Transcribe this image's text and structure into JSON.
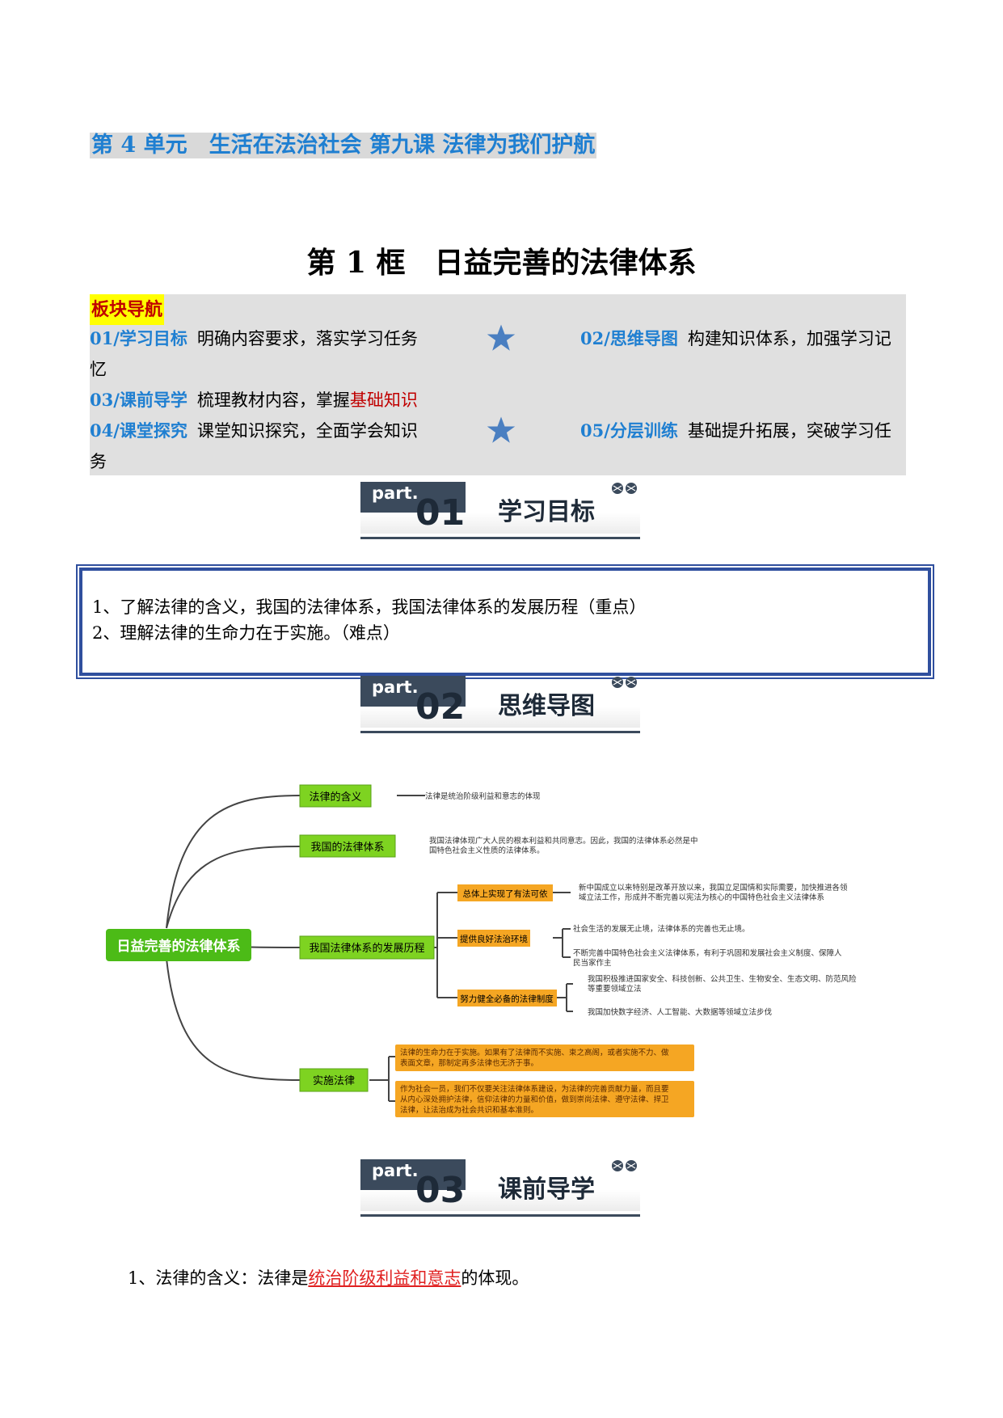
{
  "header": {
    "unit_title": "第 4 单元　生活在法治社会  第九课  法律为我们护航",
    "lesson_title": "第 1 框　日益完善的法律体系"
  },
  "nav": {
    "heading": "板块导航",
    "items": [
      {
        "code": "01/学习目标",
        "text": "明确内容要求，落实学习任务"
      },
      {
        "code": "02/思维导图",
        "text": "构建知识体系，加强学习记"
      },
      {
        "wrap": "忆"
      },
      {
        "code": "03/课前导学",
        "text_a": "梳理教材内容，掌握",
        "text_b": "基础知识"
      },
      {
        "code": "04/课堂探究",
        "text": "课堂知识探究，全面学会知识"
      },
      {
        "code": "05/分层训练",
        "text": "基础提升拓展，突破学习任"
      },
      {
        "wrap": "务"
      }
    ],
    "star_color": "#4a7fc1"
  },
  "parts": [
    {
      "prefix": "part.",
      "num": "01",
      "name": "学习目标"
    },
    {
      "prefix": "part.",
      "num": "02",
      "name": "思维导图"
    },
    {
      "prefix": "part.",
      "num": "03",
      "name": "课前导学"
    }
  ],
  "goals": [
    "1、了解法律的含义，我国的法律体系，我国法律体系的发展历程（重点）",
    "2、理解法律的生命力在于实施。（难点）"
  ],
  "mindmap": {
    "root": "日益完善的法律体系",
    "branches": {
      "meaning": "法律的含义",
      "meaning_note": "法律是统治阶级利益和意志的体现",
      "system": "我国的法律体系",
      "system_note_1": "我国法律体现广大人民的根本利益和共同意志。因此，我国的法律体系必然是中",
      "system_note_2": "国特色社会主义性质的法律体系。",
      "history": "我国法律体系的发展历程",
      "h1": "总体上实现了有法可依",
      "h1_note_1": "新中国成立以来特别是改革开放以来，我国立足国情和实际需要，加快推进各领",
      "h1_note_2": "域立法工作，形成并不断完善以宪法为核心的中国特色社会主义法律体系",
      "h2": "提供良好法治环境",
      "h2_note_a": "社会生活的发展无止境，法律体系的完善也无止境。",
      "h2_note_b1": "不断完善中国特色社会主义法律体系，有利于巩固和发展社会主义制度、保障人",
      "h2_note_b2": "民当家作主",
      "h3": "努力健全必备的法律制度",
      "h3_note_a1": "我国积极推进国家安全、科技创新、公共卫生、生物安全、生态文明、防范风险",
      "h3_note_a2": "等重要领域立法",
      "h3_note_b": "我国加快数字经济、人工智能、大数据等领域立法步伐",
      "implement": "实施法律",
      "impl_1a": "法律的生命力在于实施。如果有了法律而不实施、束之高阁，或者实施不力、做",
      "impl_1b": "表面文章，那制定再多法律也无济于事。",
      "impl_2a": "作为社会一员，我们不仅要关注法律体系建设，为法律的完善贡献力量，而且要",
      "impl_2b": "从内心深处拥护法律，信仰法律的力量和价值，做到崇尚法律、遵守法律、捍卫",
      "impl_2c": "法律，让法治成为社会共识和基本准则。"
    },
    "colors": {
      "root": "#4cbb17",
      "branch": "#7ed321",
      "sub": "#f5a623",
      "line": "#444444"
    }
  },
  "content": {
    "line1_a": "1、法律的含义：法律是",
    "line1_b": "统治阶级利益和意志",
    "line1_c": "的体现。"
  }
}
